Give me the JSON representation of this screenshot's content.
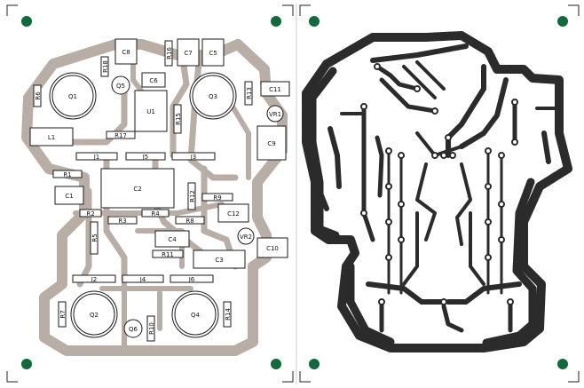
{
  "board": {
    "layout_view": "component-overlay",
    "copper_view": "bottom-copper",
    "colors": {
      "overlay_trace": "#b9aea6",
      "component_outline": "#1a1a1a",
      "copper": "#2b2b2b",
      "mounting_hole": "#0f6b3a",
      "background": "#ffffff"
    }
  },
  "components": [
    {
      "ref": "R6"
    },
    {
      "ref": "Q1"
    },
    {
      "ref": "R18"
    },
    {
      "ref": "C8"
    },
    {
      "ref": "R16"
    },
    {
      "ref": "C7"
    },
    {
      "ref": "C5"
    },
    {
      "ref": "Q5"
    },
    {
      "ref": "C6"
    },
    {
      "ref": "U1"
    },
    {
      "ref": "R15"
    },
    {
      "ref": "Q3"
    },
    {
      "ref": "R13"
    },
    {
      "ref": "C11"
    },
    {
      "ref": "VR1"
    },
    {
      "ref": "L1"
    },
    {
      "ref": "R17"
    },
    {
      "ref": "C9"
    },
    {
      "ref": "J1"
    },
    {
      "ref": "J5"
    },
    {
      "ref": "J3"
    },
    {
      "ref": "R1"
    },
    {
      "ref": "C2"
    },
    {
      "ref": "C1"
    },
    {
      "ref": "R12"
    },
    {
      "ref": "R9"
    },
    {
      "ref": "R2"
    },
    {
      "ref": "R3"
    },
    {
      "ref": "R4"
    },
    {
      "ref": "C12"
    },
    {
      "ref": "R8"
    },
    {
      "ref": "R5"
    },
    {
      "ref": "VR2"
    },
    {
      "ref": "C4"
    },
    {
      "ref": "C10"
    },
    {
      "ref": "R11"
    },
    {
      "ref": "C3"
    },
    {
      "ref": "J2"
    },
    {
      "ref": "J4"
    },
    {
      "ref": "J6"
    },
    {
      "ref": "R7"
    },
    {
      "ref": "Q2"
    },
    {
      "ref": "Q4"
    },
    {
      "ref": "R14"
    },
    {
      "ref": "Q6"
    },
    {
      "ref": "R10"
    }
  ]
}
